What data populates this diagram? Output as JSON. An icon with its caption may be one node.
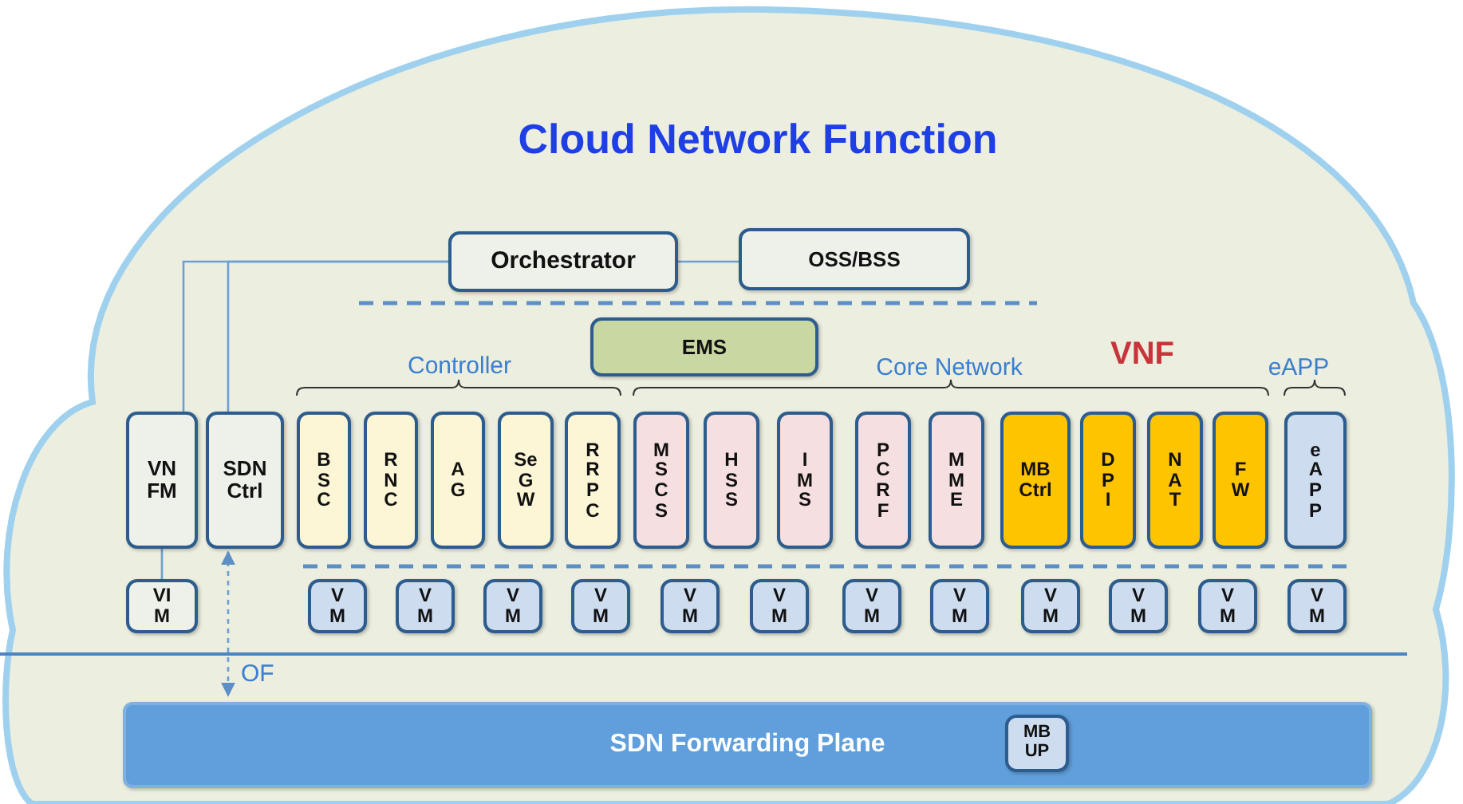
{
  "diagram": {
    "title": "Cloud Network Function",
    "nodes": [
      {
        "text": [
          "Orchestrator"
        ]
      },
      {
        "text": [
          "OSS/BSS"
        ]
      },
      {
        "text": [
          "EMS"
        ]
      },
      {
        "text": [
          "VN FM"
        ]
      },
      {
        "text": [
          "SDN Ctrl"
        ]
      },
      {
        "text": [
          "B S C"
        ]
      },
      {
        "text": [
          "R N C"
        ]
      },
      {
        "text": [
          "A G"
        ]
      },
      {
        "text": [
          "Se G W"
        ]
      },
      {
        "text": [
          "R R P C"
        ]
      },
      {
        "text": [
          "M S C S"
        ]
      },
      {
        "text": [
          "H S S"
        ]
      },
      {
        "text": [
          "I M S"
        ]
      },
      {
        "text": [
          "P C R F"
        ]
      },
      {
        "text": [
          "M M E"
        ]
      },
      {
        "text": [
          "MB Ctrl"
        ]
      },
      {
        "text": [
          "D P I"
        ]
      },
      {
        "text": [
          "N A T"
        ]
      },
      {
        "text": [
          "F W"
        ]
      },
      {
        "text": [
          "e A P P"
        ]
      },
      {
        "text": [
          "VI M"
        ]
      },
      {
        "text": [
          "V M"
        ]
      },
      {
        "text": [
          "V M"
        ]
      },
      {
        "text": [
          "V M"
        ]
      },
      {
        "text": [
          "V M"
        ]
      },
      {
        "text": [
          "V M"
        ]
      },
      {
        "text": [
          "V M"
        ]
      },
      {
        "text": [
          "V M"
        ]
      },
      {
        "text": [
          "V M"
        ]
      },
      {
        "text": [
          "V M"
        ]
      },
      {
        "text": [
          "V M"
        ]
      },
      {
        "text": [
          "V M"
        ]
      },
      {
        "text": [
          "V M"
        ]
      },
      {
        "text": [
          "SDN Forwarding  Plane"
        ]
      },
      {
        "text": [
          "MB UP"
        ],
        "in": 33
      }
    ],
    "edges": [
      {
        "from": 0,
        "to": 1,
        "arrow": "none"
      },
      {
        "from": 0,
        "to": 3,
        "arrow": "none"
      },
      {
        "from": 0,
        "to": 4,
        "arrow": "none"
      },
      {
        "from": 3,
        "to": 20,
        "arrow": "none"
      },
      {
        "from": 4,
        "to": 33,
        "arrow": "both",
        "style": "dashed",
        "label": "OF"
      }
    ],
    "labels": [
      "Controller",
      "Core Network",
      "VNF",
      "eAPP"
    ]
  }
}
